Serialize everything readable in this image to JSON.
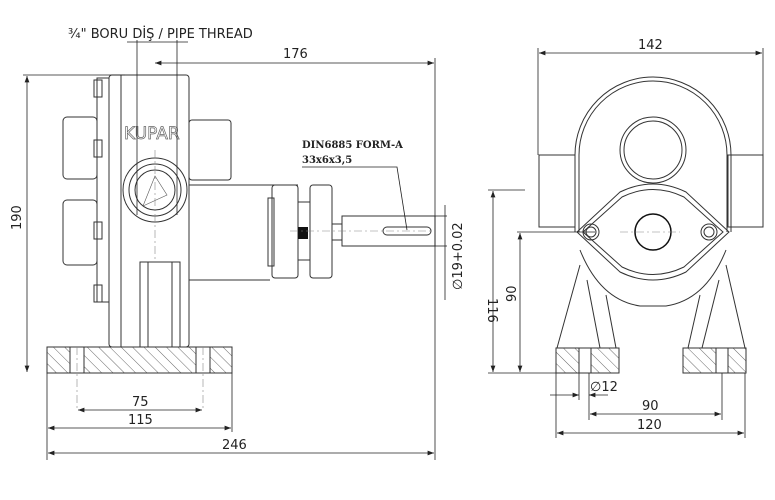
{
  "side_view": {
    "pipe_thread_label": "¾\" BORU DİŞ / PIPE THREAD",
    "brand": "KUPAR",
    "key_spec_line1": "DIN6885 FORM-A",
    "key_spec_line2": "33x6x3,5",
    "shaft_diameter": "∅19+0.02",
    "dim_length_to_shaft": "176",
    "dim_height": "190",
    "dim_bolt_spacing": "75",
    "dim_base_length": "115",
    "dim_total_length": "246"
  },
  "front_view": {
    "dim_width": "142",
    "dim_port_height": "116",
    "dim_shaft_height": "90",
    "dim_hole_diameter": "∅12",
    "dim_bolt_spacing": "90",
    "dim_base_width": "120"
  },
  "colors": {
    "line": "#333333",
    "background": "#ffffff"
  }
}
